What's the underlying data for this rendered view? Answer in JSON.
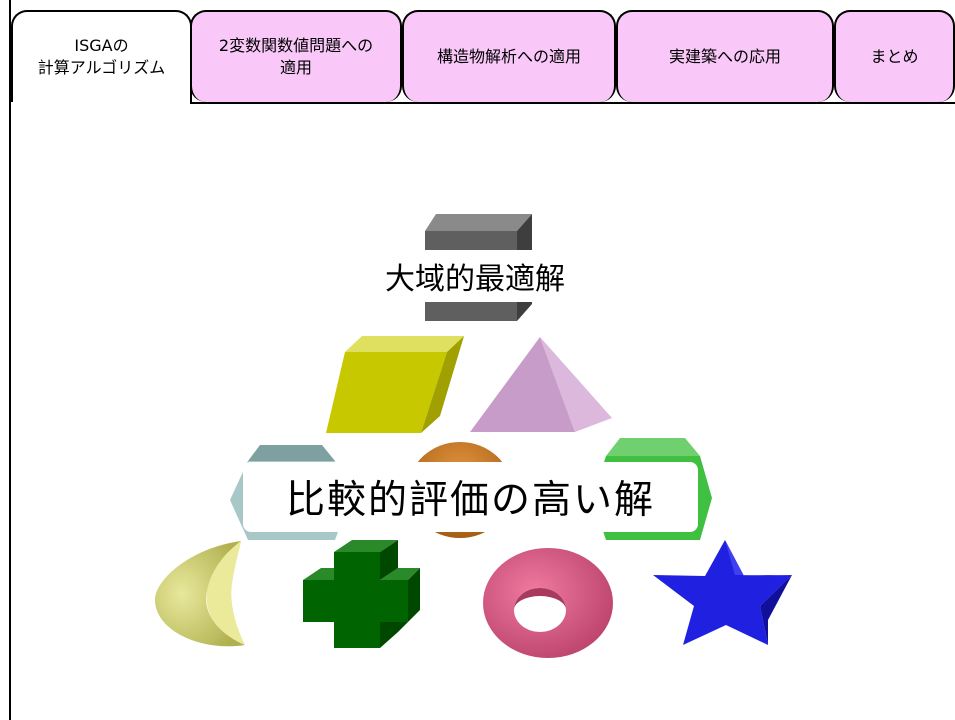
{
  "tabs": [
    {
      "label": "ISGAの\n計算アルゴリズム",
      "active": true
    },
    {
      "label": "2変数関数値問題への\n適用",
      "active": false
    },
    {
      "label": "構造物解析への適用",
      "active": false
    },
    {
      "label": "実建築への応用",
      "active": false
    },
    {
      "label": "まとめ",
      "active": false
    }
  ],
  "slide": {
    "global_optimum_label": "大域的最適解",
    "high_eval_label": "比較的評価の高い解"
  },
  "colors": {
    "tab_inactive": "#f9c8f9",
    "gray_bar": "#5f5f5f",
    "yellow_parallelogram": "#c8c800",
    "pink_pyramid": "#c89cc8",
    "teal_hexagon": "#a8c8c8",
    "orange_ellipse": "#c87820",
    "green_hexagon": "#40c040",
    "moon": "#d4d47c",
    "cross": "#006400",
    "ring": "#e0608c",
    "star": "#2020e0"
  },
  "shapes": [
    "gray-bar-shape",
    "yellow-parallelogram-shape",
    "pink-pyramid-shape",
    "teal-hexagon-shape",
    "orange-ellipse-shape",
    "green-hexagon-shape",
    "crescent-moon-shape",
    "green-cross-shape",
    "pink-ring-shape",
    "blue-star-shape"
  ]
}
